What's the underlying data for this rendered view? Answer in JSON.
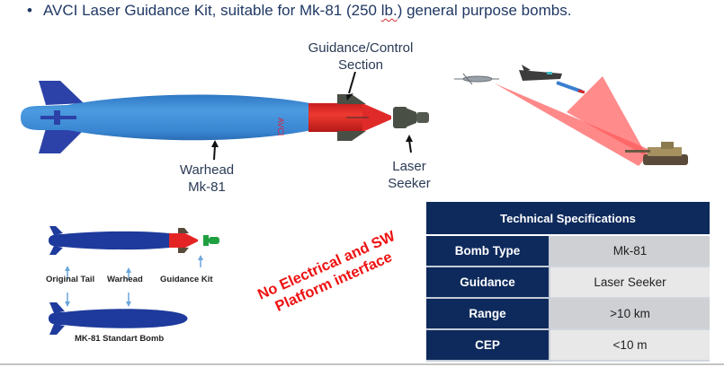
{
  "bullet": {
    "symbol": "•",
    "text_before": "AVCI Laser Guidance Kit, suitable for Mk-81 (250 ",
    "text_marked": "lb.",
    "text_after": ") general purpose bombs."
  },
  "main_bomb": {
    "body_marking": "AVCI",
    "labels": {
      "guidance_line1": "Guidance/Control",
      "guidance_line2": "Section",
      "warhead_line1": "Warhead",
      "warhead_line2": "Mk-81",
      "seeker_line1": "Laser",
      "seeker_line2": "Seeker"
    },
    "colors": {
      "body": "#3a86d2",
      "guidance": "#e02a2a",
      "fins": "#2c42a8",
      "seeker": "#4a4f45"
    }
  },
  "scenario": {
    "items": [
      "drone-icon",
      "jet-icon",
      "bomb-icon",
      "laser-beam",
      "tank-icon"
    ],
    "laser_color": "#ff5a5a"
  },
  "diagram": {
    "labels": {
      "original_tail": "Original Tail",
      "warhead": "Warhead",
      "guidance_kit": "Guidance Kit",
      "standard_bomb": "MK-81 Standart Bomb"
    },
    "colors": {
      "body": "#1e3a9c",
      "kit": "#e42424",
      "seeker": "#1fa040",
      "arrow": "#6aa6dc"
    }
  },
  "note": {
    "line1": "No Electrical and SW",
    "line2": "Platform interface",
    "color": "#ee1111"
  },
  "specs": {
    "title": "Technical Specifications",
    "rows": [
      {
        "key": "Bomb Type",
        "value": "Mk-81"
      },
      {
        "key": "Guidance",
        "value": "Laser Seeker"
      },
      {
        "key": "Range",
        "value": ">10 km"
      },
      {
        "key": "CEP",
        "value": "<10 m"
      }
    ],
    "header_color": "#0e2a5c"
  }
}
